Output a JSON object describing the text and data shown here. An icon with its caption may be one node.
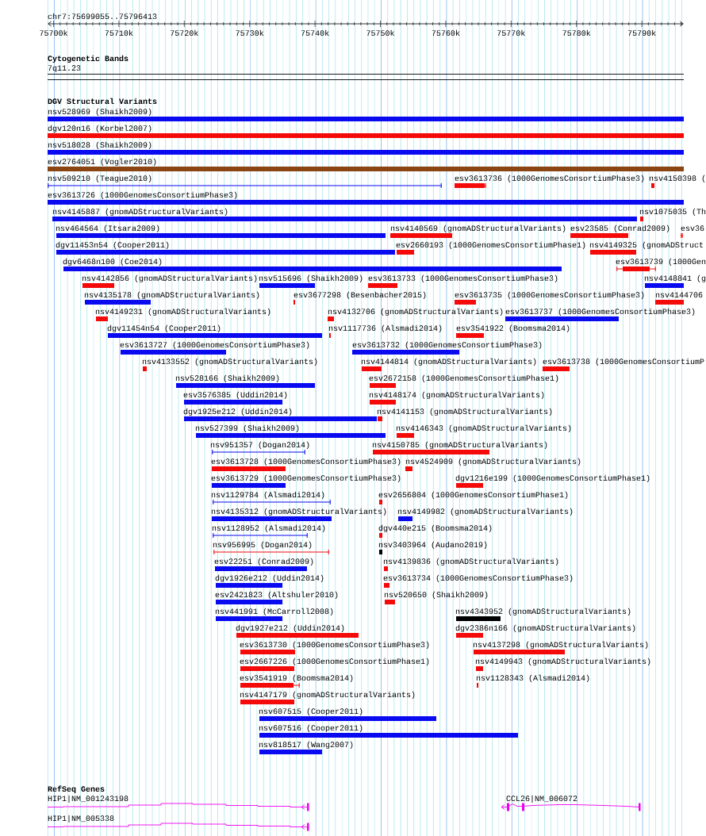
{
  "diagram": {
    "labels": [
      "chr7:75699055..75796413",
      "75700k",
      "75710k",
      "75720k",
      "75730k",
      "75740k",
      "75750k",
      "75760k",
      "75770k",
      "75780k",
      "75790k",
      "Cytogenetic Bands",
      "7q11.23",
      "DGV Structural Variants",
      "nsv528969 (Shaikh2009)",
      "dgv120n16 (Korbel2007)",
      "nsv518028 (Shaikh2009)",
      "esv2764051 (Vogler2010)",
      "nsv509210 (Teague2010)",
      "esv3613736 (1000GenomesConsortiumPhase3)",
      "nsv4150398 (",
      "esv3613726 (1000GenomesConsortiumPhase3)",
      "nsv4145887 (gnomADStructuralVariants)",
      "nsv1075035 (Th",
      "nsv464564 (Itsara2009)",
      "nsv4140569 (gnomADStructuralVariants)",
      "esv23585 (Conrad2009)",
      "esv36",
      "dgv11453n54 (Cooper2011)",
      "esv2660193 (1000GenomesConsortiumPhase1)",
      "nsv4149325 (gnomADStruct",
      "dgv6468n100 (Coe2014)",
      "esv3613739 (1000Gen",
      "nsv4142856 (gnomADStructuralVariants)",
      "nsv515696 (Shaikh2009)",
      "esv3613733 (1000GenomesConsortiumPhase3)",
      "nsv4148841 (g",
      "nsv4135178 (gnomADStructuralVariants)",
      "esv3677298 (Besenbacher2015)",
      "esv3613735 (1000GenomesConsortiumPhase3)",
      "nsv4144706",
      "nsv4149231 (gnomADStructuralVariants)",
      "nsv4132706 (gnomADStructuralVariants)",
      "esv3613737 (1000GenomesConsortiumPhase3)",
      "dgv11454n54 (Cooper2011)",
      "nsv1117736 (Alsmadi2014)",
      "esv3541922 (Boomsma2014)",
      "esv3613727 (1000GenomesConsortiumPhase3)",
      "esv3613732 (1000GenomesConsortiumPhase3)",
      "nsv4133552 (gnomADStructuralVariants)",
      "nsv4144814 (gnomADStructuralVariants)",
      "esv3613738 (1000GenomesConsortiumP",
      "nsv528166 (Shaikh2009)",
      "esv2672158 (1000GenomesConsortiumPhase1)",
      "esv3576385 (Uddin2014)",
      "nsv4148174 (gnomADStructuralVariants)",
      "dgv1925e212 (Uddin2014)",
      "nsv4141153 (gnomADStructuralVariants)",
      "nsv527399 (Shaikh2009)",
      "nsv4146343 (gnomADStructuralVariants)",
      "nsv951357 (Dogan2014)",
      "nsv4150785 (gnomADStructuralVariants)",
      "esv3613728 (1000GenomesConsortiumPhase3)",
      "nsv4524909 (gnomADStructuralVariants)",
      "esv3613729 (1000GenomesConsortiumPhase3)",
      "dgv1216e199 (1000GenomesConsortiumPhase1)",
      "nsv1129784 (Alsmadi2014)",
      "esv2656804 (1000GenomesConsortiumPhase1)",
      "nsv4135312 (gnomADStructuralVariants)",
      "nsv4149982 (gnomADStructuralVariants)",
      "nsv1128952 (Alsmadi2014)",
      "dgv440e215 (Boomsma2014)",
      "nsv956995 (Dogan2014)",
      "nsv3403964 (Audano2019)",
      "esv22251 (Conrad2009)",
      "nsv4139836 (gnomADStructuralVariants)",
      "dgv1926e212 (Uddin2014)",
      "esv3613734 (1000GenomesConsortiumPhase3)",
      "esv2421823 (Altshuler2010)",
      "nsv520650 (Shaikh2009)",
      "nsv441991 (McCarroll2008)",
      "nsv4343952 (gnomADStructuralVariants)",
      "dgv1927e212 (Uddin2014)",
      "dgv2386n166 (gnomADStructuralVariants)",
      "esv3613730 (1000GenomesConsortiumPhase3)",
      "nsv4137298 (gnomADStructuralVariants)",
      "esv2667226 (1000GenomesConsortiumPhase1)",
      "nsv4149943 (gnomADStructuralVariants)",
      "esv3541919 (Boomsma2014)",
      "nsv1128343 (Alsmadi2014)",
      "nsv4147179 (gnomADStructuralVariants)",
      "nsv607515 (Cooper2011)",
      "nsv607516 (Cooper2011)",
      "nsv818517 (Wang2007)",
      "RefSeq Genes",
      "HIP1|NM_001243198",
      "CCL26|NM_006072",
      "HIP1|NM_005338"
    ]
  }
}
